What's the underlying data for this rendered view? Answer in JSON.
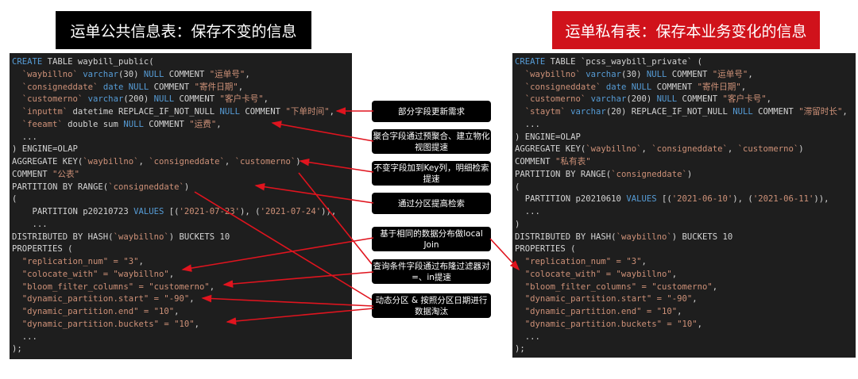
{
  "titles": {
    "left": "运单公共信息表：保存不变的信息",
    "right": "运单私有表：保存本业务变化的信息"
  },
  "colors": {
    "keyword": "#569cd6",
    "string": "#ce9178",
    "text": "#d4d4d4",
    "panel_bg": "#1e1e1e",
    "arrow": "#e0141e",
    "right_title_bg": "#d0121b"
  },
  "left_code": [
    [
      [
        "CREATE",
        "kw"
      ],
      [
        " TABLE waybill_public(",
        "txt"
      ]
    ],
    [
      [
        "  `waybillno`",
        "str"
      ],
      [
        " varchar",
        "kw"
      ],
      [
        "(30) ",
        "txt"
      ],
      [
        "NULL",
        "kw"
      ],
      [
        " COMMENT ",
        "txt"
      ],
      [
        "\"运单号\"",
        "str"
      ],
      [
        ",",
        "txt"
      ]
    ],
    [
      [
        "  `consigneddate`",
        "str"
      ],
      [
        " date ",
        "kw"
      ],
      [
        "NULL",
        "kw"
      ],
      [
        " COMMENT ",
        "txt"
      ],
      [
        "\"寄件日期\"",
        "str"
      ],
      [
        ",",
        "txt"
      ]
    ],
    [
      [
        "  `customerno`",
        "str"
      ],
      [
        " varchar",
        "kw"
      ],
      [
        "(200) ",
        "txt"
      ],
      [
        "NULL",
        "kw"
      ],
      [
        " COMMENT ",
        "txt"
      ],
      [
        "\"客户卡号\"",
        "str"
      ],
      [
        ",",
        "txt"
      ]
    ],
    [
      [
        "  `inputtm`",
        "str"
      ],
      [
        " datetime REPLACE_IF_NOT_NULL ",
        "txt"
      ],
      [
        "NULL",
        "kw"
      ],
      [
        " COMMENT ",
        "txt"
      ],
      [
        "\"下单时间\"",
        "str"
      ],
      [
        ",",
        "txt"
      ]
    ],
    [
      [
        "  `feeamt`",
        "str"
      ],
      [
        " double sum ",
        "txt"
      ],
      [
        "NULL",
        "kw"
      ],
      [
        " COMMENT ",
        "txt"
      ],
      [
        "\"运费\"",
        "str"
      ],
      [
        ",",
        "txt"
      ]
    ],
    [
      [
        "  ...",
        "txt"
      ]
    ],
    [
      [
        ") ENGINE=OLAP",
        "txt"
      ]
    ],
    [
      [
        "AGGREGATE KEY(",
        "txt"
      ],
      [
        "`waybillno`",
        "str"
      ],
      [
        ", ",
        "txt"
      ],
      [
        "`consigneddate`",
        "str"
      ],
      [
        ", ",
        "txt"
      ],
      [
        "`customerno`",
        "str"
      ],
      [
        ")",
        "txt"
      ]
    ],
    [
      [
        "COMMENT ",
        "txt"
      ],
      [
        "\"公表\"",
        "str"
      ]
    ],
    [
      [
        "PARTITION BY RANGE(",
        "txt"
      ],
      [
        "`consigneddate`",
        "str"
      ],
      [
        ")",
        "txt"
      ]
    ],
    [
      [
        "(",
        "txt"
      ]
    ],
    [
      [
        "    PARTITION p20210723 ",
        "txt"
      ],
      [
        "VALUES",
        "kw"
      ],
      [
        " [(",
        "txt"
      ],
      [
        "'2021-07-23'",
        "str"
      ],
      [
        "), (",
        "txt"
      ],
      [
        "'2021-07-24'",
        "str"
      ],
      [
        ")),",
        "txt"
      ]
    ],
    [
      [
        "    ...",
        "txt"
      ]
    ],
    [
      [
        "DISTRIBUTED BY HASH(",
        "txt"
      ],
      [
        "`waybillno`",
        "str"
      ],
      [
        ") BUCKETS 10",
        "txt"
      ]
    ],
    [
      [
        "PROPERTIES (",
        "txt"
      ]
    ],
    [
      [
        "  \"replication_num\" = \"3\"",
        "str"
      ],
      [
        ",",
        "txt"
      ]
    ],
    [
      [
        "  \"colocate_with\" = \"waybillno\"",
        "str"
      ],
      [
        ",",
        "txt"
      ]
    ],
    [
      [
        "  \"bloom_filter_columns\" = \"customerno\"",
        "str"
      ],
      [
        ",",
        "txt"
      ]
    ],
    [
      [
        "  \"dynamic_partition.start\" = \"-90\"",
        "str"
      ],
      [
        ",",
        "txt"
      ]
    ],
    [
      [
        "  \"dynamic_partition.end\" = \"10\"",
        "str"
      ],
      [
        ",",
        "txt"
      ]
    ],
    [
      [
        "  \"dynamic_partition.buckets\" = \"10\"",
        "str"
      ],
      [
        ",",
        "txt"
      ]
    ],
    [
      [
        "  ...",
        "txt"
      ]
    ],
    [
      [
        ");",
        "txt"
      ]
    ]
  ],
  "right_code": [
    [
      [
        "CREATE",
        "kw"
      ],
      [
        " TABLE ",
        "txt"
      ],
      [
        "`pcss_waybill_private`",
        "txt"
      ],
      [
        " (",
        "txt"
      ]
    ],
    [
      [
        "  `waybillno`",
        "str"
      ],
      [
        " varchar",
        "kw"
      ],
      [
        "(30) ",
        "txt"
      ],
      [
        "NULL",
        "kw"
      ],
      [
        " COMMENT ",
        "txt"
      ],
      [
        "\"运单号\"",
        "str"
      ],
      [
        ",",
        "txt"
      ]
    ],
    [
      [
        "  `consigneddate`",
        "str"
      ],
      [
        " date ",
        "kw"
      ],
      [
        "NULL",
        "kw"
      ],
      [
        " COMMENT ",
        "txt"
      ],
      [
        "\"寄件日期\"",
        "str"
      ],
      [
        ",",
        "txt"
      ]
    ],
    [
      [
        "  `customerno`",
        "str"
      ],
      [
        " varchar",
        "kw"
      ],
      [
        "(200) ",
        "txt"
      ],
      [
        "NULL",
        "kw"
      ],
      [
        " COMMENT ",
        "txt"
      ],
      [
        "\"客户卡号\"",
        "str"
      ],
      [
        ",",
        "txt"
      ]
    ],
    [
      [
        "  `staytm`",
        "str"
      ],
      [
        " varchar",
        "kw"
      ],
      [
        "(20) REPLACE_IF_NOT_NULL ",
        "txt"
      ],
      [
        "NULL",
        "kw"
      ],
      [
        " COMMENT ",
        "txt"
      ],
      [
        "\"滞留时长\"",
        "str"
      ],
      [
        ",",
        "txt"
      ]
    ],
    [
      [
        "  ...",
        "txt"
      ]
    ],
    [
      [
        ") ENGINE=OLAP",
        "txt"
      ]
    ],
    [
      [
        "AGGREGATE KEY(",
        "txt"
      ],
      [
        "`waybillno`",
        "str"
      ],
      [
        ", ",
        "txt"
      ],
      [
        "`consigneddate`",
        "str"
      ],
      [
        ", ",
        "txt"
      ],
      [
        "`customerno`",
        "str"
      ],
      [
        ")",
        "txt"
      ]
    ],
    [
      [
        "COMMENT ",
        "txt"
      ],
      [
        "\"私有表\"",
        "str"
      ]
    ],
    [
      [
        "PARTITION BY RANGE(",
        "txt"
      ],
      [
        "`consigneddate`",
        "str"
      ],
      [
        ")",
        "txt"
      ]
    ],
    [
      [
        "(",
        "txt"
      ]
    ],
    [
      [
        "  PARTITION p20210610 ",
        "txt"
      ],
      [
        "VALUES",
        "kw"
      ],
      [
        " [(",
        "txt"
      ],
      [
        "'2021-06-10'",
        "str"
      ],
      [
        "), (",
        "txt"
      ],
      [
        "'2021-06-11'",
        "str"
      ],
      [
        ")),",
        "txt"
      ]
    ],
    [
      [
        "  ...",
        "txt"
      ]
    ],
    [
      [
        ")",
        "txt"
      ]
    ],
    [
      [
        "DISTRIBUTED BY HASH(",
        "txt"
      ],
      [
        "`waybillno`",
        "str"
      ],
      [
        ") BUCKETS 10",
        "txt"
      ]
    ],
    [
      [
        "PROPERTIES (",
        "txt"
      ]
    ],
    [
      [
        "  \"replication_num\" = \"3\"",
        "str"
      ],
      [
        ",",
        "txt"
      ]
    ],
    [
      [
        "  \"colocate_with\" = \"waybillno\"",
        "str"
      ],
      [
        ",",
        "txt"
      ]
    ],
    [
      [
        "  \"bloom_filter_columns\" = \"customerno\"",
        "str"
      ],
      [
        ",",
        "txt"
      ]
    ],
    [
      [
        "  \"dynamic_partition.start\" = \"-90\"",
        "str"
      ],
      [
        ",",
        "txt"
      ]
    ],
    [
      [
        "  \"dynamic_partition.end\" = \"10\"",
        "str"
      ],
      [
        ",",
        "txt"
      ]
    ],
    [
      [
        "  \"dynamic_partition.buckets\" = \"10\"",
        "str"
      ],
      [
        ",",
        "txt"
      ]
    ],
    [
      [
        "  ...",
        "txt"
      ]
    ],
    [
      [
        ");",
        "txt"
      ]
    ]
  ],
  "notes": [
    "部分字段更新需求",
    "聚合字段通过预聚合、建立物化视图提速",
    "不变字段加到Key列，明细检索提速",
    "通过分区提高检索",
    "基于相同的数据分布做local Join",
    "查询条件字段通过布隆过滤器对=、in提速",
    "动态分区 & 按照分区日期进行数据淘汰"
  ]
}
